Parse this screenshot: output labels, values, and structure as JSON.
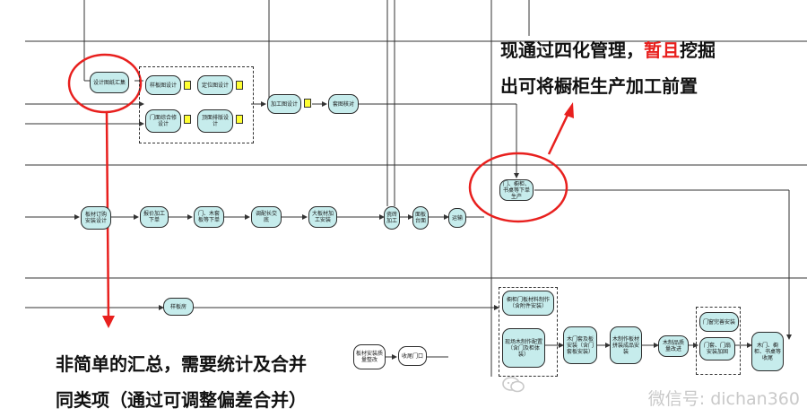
{
  "nodes": {
    "n1": "设计图纸汇集",
    "n2": "样板图设计",
    "n3": "定位图设计",
    "n4": "门面综合修设计",
    "n5": "顶面排版设计",
    "n6": "加工图设计",
    "n7": "套图核对",
    "n8": "门、橱柜、书桌等下单生产",
    "n9": "板材订购安装设计",
    "n10": "报价加工下单",
    "n11": "门、木套板等下单",
    "n12": "调配长交底",
    "n13": "大板材加工安装",
    "n14": "瓷砖加工",
    "n15": "面板台面",
    "n16": "运输",
    "n17": "样板房",
    "n18": "橱柜门板材料制作（含附件安装）",
    "n19": "现场木制作配置（含门及柜体装）",
    "n20": "木门套及板安装（含门套板安装）",
    "n21": "木制作板材拼装成品安装",
    "n22": "木制品质量改进",
    "n23": "门窗完善安装",
    "n24": "门套、门扇安装加固",
    "n25": "木门、橱柜、书桌等收尾",
    "n26": "板材安装质量整改",
    "n27": "收尾门口"
  },
  "callouts": {
    "top_line1_a": "现通过四化管理，",
    "top_line1_red": "暂且",
    "top_line1_b": "挖掘",
    "top_line2": "出可将橱柜生产加工前置",
    "bottom_line1": "非简单的汇总，需要统计及合并",
    "bottom_line2": "同类项（通过可调整偏差合并）"
  },
  "watermark": "微信号: dichan360",
  "colors": {
    "node_fill": "#c6ecec",
    "flag_fill": "#ffff33",
    "highlight": "#e8201e",
    "text": "#111111"
  }
}
